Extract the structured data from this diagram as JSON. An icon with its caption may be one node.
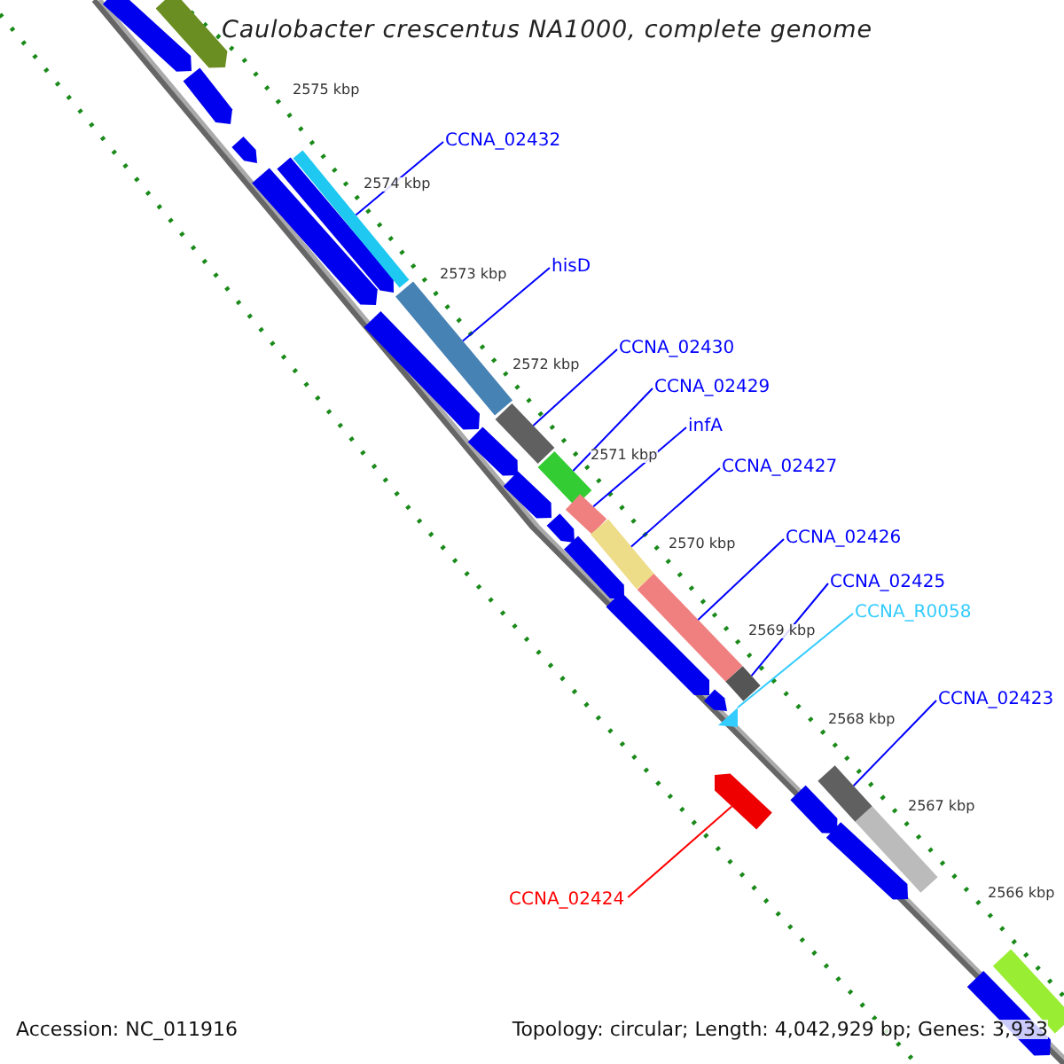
{
  "diagram": {
    "title": "Caulobacter crescentus NA1000, complete genome",
    "nodes": [
      {
        "text": [
          "CCNA_02432"
        ]
      },
      {
        "text": [
          "hisD"
        ]
      },
      {
        "text": [
          "CCNA_02430"
        ]
      },
      {
        "text": [
          "CCNA_02429"
        ]
      },
      {
        "text": [
          "infA"
        ]
      },
      {
        "text": [
          "CCNA_02427"
        ]
      },
      {
        "text": [
          "CCNA_02426"
        ]
      },
      {
        "text": [
          "CCNA_02425"
        ]
      },
      {
        "text": [
          "CCNA_R0058"
        ]
      },
      {
        "text": [
          "CCNA_02423"
        ]
      },
      {
        "text": [
          "CCNA_02424"
        ]
      },
      {
        "text": [],
        "shape": "bar"
      },
      {
        "text": [],
        "shape": "bar"
      },
      {
        "text": [],
        "shape": "bar"
      },
      {
        "text": [],
        "shape": "bar"
      },
      {
        "text": [],
        "shape": "bar"
      },
      {
        "text": [],
        "shape": "bar"
      },
      {
        "text": [],
        "shape": "bar"
      },
      {
        "text": [],
        "shape": "bar"
      },
      {
        "text": [],
        "shape": "triangle"
      },
      {
        "text": [],
        "shape": "bar"
      },
      {
        "text": [],
        "shape": "bar"
      }
    ],
    "edges": [
      {
        "from": 0,
        "to": 11,
        "arrow": "none"
      },
      {
        "from": 1,
        "to": 12,
        "arrow": "none"
      },
      {
        "from": 2,
        "to": 13,
        "arrow": "none"
      },
      {
        "from": 3,
        "to": 14,
        "arrow": "none"
      },
      {
        "from": 4,
        "to": 15,
        "arrow": "none"
      },
      {
        "from": 5,
        "to": 16,
        "arrow": "none"
      },
      {
        "from": 6,
        "to": 17,
        "arrow": "none"
      },
      {
        "from": 7,
        "to": 18,
        "arrow": "none"
      },
      {
        "from": 8,
        "to": 19,
        "arrow": "none",
        "color": "#33ccff"
      },
      {
        "from": 9,
        "to": 20,
        "arrow": "none"
      },
      {
        "from": 10,
        "to": 21,
        "arrow": "none",
        "color": "#ff0000"
      }
    ],
    "labels": [
      "2575 kbp",
      "2574 kbp",
      "2573 kbp",
      "2572 kbp",
      "2571 kbp",
      "2570 kbp",
      "2569 kbp",
      "2568 kbp",
      "2567 kbp",
      "2566 kbp",
      "Accession: NC_011916",
      "Topology: circular; Length: 4,042,929 bp; Genes: 3,933"
    ]
  }
}
